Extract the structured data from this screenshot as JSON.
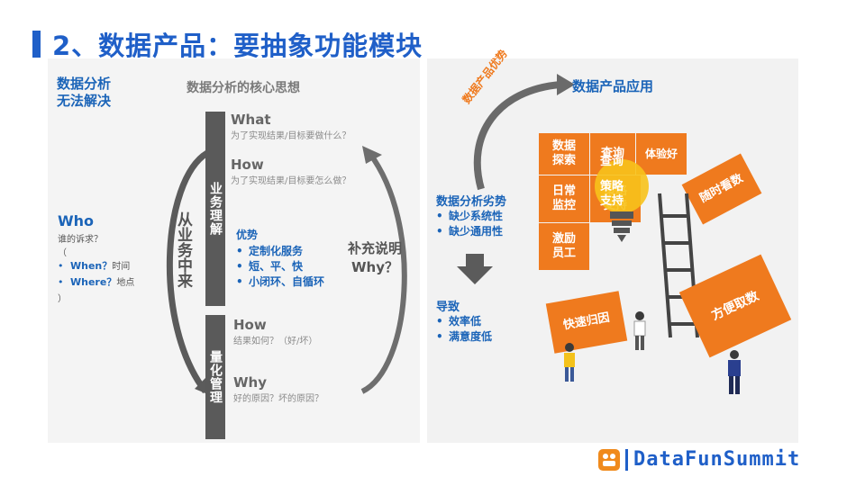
{
  "title": "2、数据产品：要抽象功能模块",
  "left": {
    "cannot_solve": "数据分析\n无法解决",
    "core_title": "数据分析的核心思想",
    "who": "Who",
    "who_sub": "谁的诉求？",
    "paren_open": "（",
    "paren_close": "）",
    "who_items": [
      "When？时间",
      "Where？地点"
    ],
    "who_items_blue": [
      "When？",
      "Where？"
    ],
    "who_items_gray": [
      "时间",
      "地点"
    ],
    "from_business": "从业务中来",
    "business_understanding": "业务理解",
    "quantified_management": "量化管理",
    "what": "What",
    "what_sub": "为了实现结果/目标要做什么？",
    "how1": "How",
    "how1_sub": "为了实现结果/目标要怎么做？",
    "advantage_title": "优势",
    "advantage_items": [
      "定制化服务",
      "短、平、快",
      "小闭环、自循环"
    ],
    "supplement": "补充说明",
    "why_q": "Why？",
    "how2": "How",
    "how2_sub": "结果如何？（好/坏）",
    "why2": "Why",
    "why2_sub": "好的原因？坏的原因？"
  },
  "right": {
    "product_app": "数据产品应用",
    "product_advantage": "数据产品优势",
    "disadvantage_title": "数据分析劣势",
    "disadvantage_items": [
      "缺少系统性",
      "缺少通用性"
    ],
    "result_title": "导致",
    "result_items": [
      "效率低",
      "满意度低"
    ],
    "pieces": {
      "explore": "数据\n探索",
      "query": "查询",
      "experience": "体验好",
      "daily": "日常\n监控",
      "strategy": "策略\n支持",
      "anytime": "随时看数",
      "motivate": "激励\n员工",
      "quick": "快速归因",
      "convenient": "方便取数"
    }
  },
  "logo": {
    "text": "DataFunSummit"
  },
  "colors": {
    "brand_blue": "#1f5fc8",
    "orange": "#ef7a1e",
    "bar_gray": "#5a5a5a"
  }
}
